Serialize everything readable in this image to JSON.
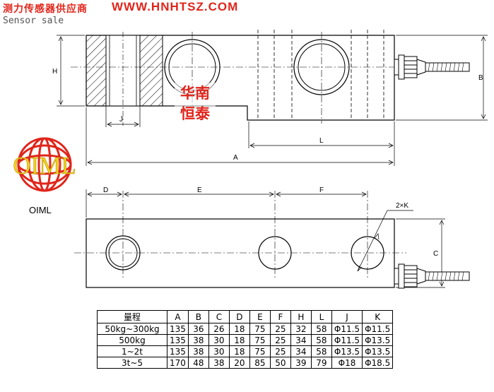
{
  "header": {
    "company_cn": "测力传感器供应商",
    "website": "WWW.HNHTSZ.COM",
    "subtitle": "Sensor sale"
  },
  "logo": {
    "text": "OIML",
    "caption": "OIML",
    "ring_color": "#e0251b",
    "text_color": "#f0d020"
  },
  "watermark": {
    "line1": "华南",
    "line2": "恒泰",
    "color": "#e0251b"
  },
  "dimension_labels": {
    "h": "H",
    "j": "J",
    "l": "L",
    "a": "A",
    "b": "B",
    "d": "D",
    "e": "E",
    "f": "F",
    "c": "C",
    "k": "2×K"
  },
  "spec_table": {
    "headers": [
      "量程",
      "A",
      "B",
      "C",
      "D",
      "E",
      "F",
      "H",
      "L",
      "J",
      "K"
    ],
    "rows": [
      [
        "50kg~300kg",
        "135",
        "36",
        "26",
        "18",
        "75",
        "25",
        "32",
        "58",
        "Φ11.5",
        "Φ11.5"
      ],
      [
        "500kg",
        "135",
        "38",
        "30",
        "18",
        "75",
        "25",
        "34",
        "58",
        "Φ11.5",
        "Φ13.5"
      ],
      [
        "1~2t",
        "135",
        "38",
        "30",
        "18",
        "75",
        "25",
        "34",
        "58",
        "Φ13.5",
        "Φ13.5"
      ],
      [
        "3t~5",
        "170",
        "48",
        "38",
        "20",
        "85",
        "50",
        "39",
        "79",
        "Φ18",
        "Φ18.5"
      ]
    ]
  },
  "colors": {
    "accent": "#e0251b",
    "line": "#000000"
  }
}
